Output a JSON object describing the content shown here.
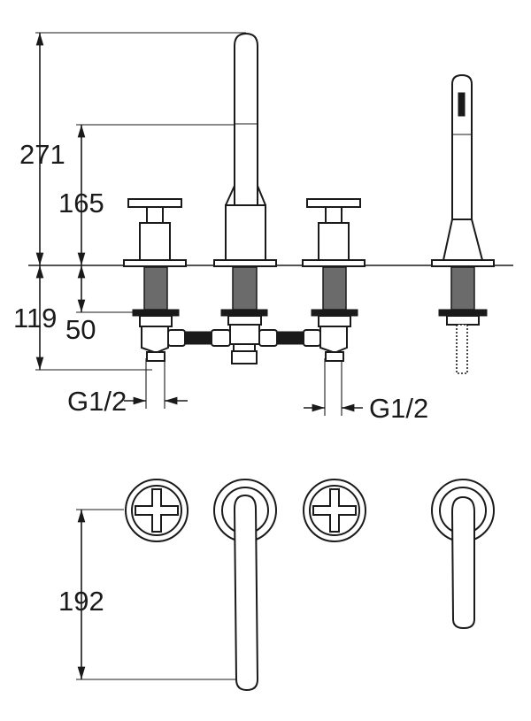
{
  "dimensions": {
    "total_height": "271",
    "spout_height": "165",
    "below_deck": "119",
    "shank_length": "50",
    "inlet_left": "G1/2",
    "inlet_right": "G1/2",
    "plan_depth": "192"
  }
}
